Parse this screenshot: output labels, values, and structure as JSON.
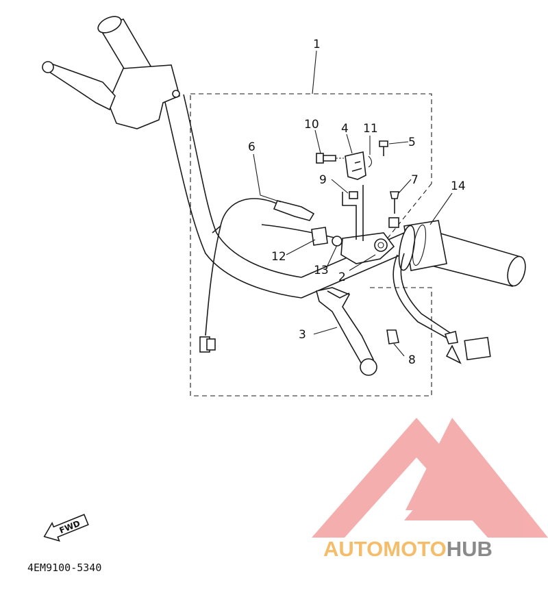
{
  "diagram": {
    "callouts": [
      {
        "id": "c1",
        "label": "1"
      },
      {
        "id": "c2",
        "label": "2"
      },
      {
        "id": "c3",
        "label": "3"
      },
      {
        "id": "c4",
        "label": "4"
      },
      {
        "id": "c5",
        "label": "5"
      },
      {
        "id": "c6",
        "label": "6"
      },
      {
        "id": "c7",
        "label": "7"
      },
      {
        "id": "c8",
        "label": "8"
      },
      {
        "id": "c9",
        "label": "9"
      },
      {
        "id": "c10",
        "label": "10"
      },
      {
        "id": "c11",
        "label": "11"
      },
      {
        "id": "c12",
        "label": "12"
      },
      {
        "id": "c13",
        "label": "13"
      },
      {
        "id": "c14",
        "label": "14"
      }
    ],
    "fwd_label": "FWD",
    "part_code": "4EM9100-5340"
  },
  "watermark": {
    "part1": "AUTOMOTO",
    "part2": "HUB",
    "color_part1": "#f5bd6a",
    "color_part2": "#8a8a8a",
    "logo_color": "#f4a0a0"
  }
}
